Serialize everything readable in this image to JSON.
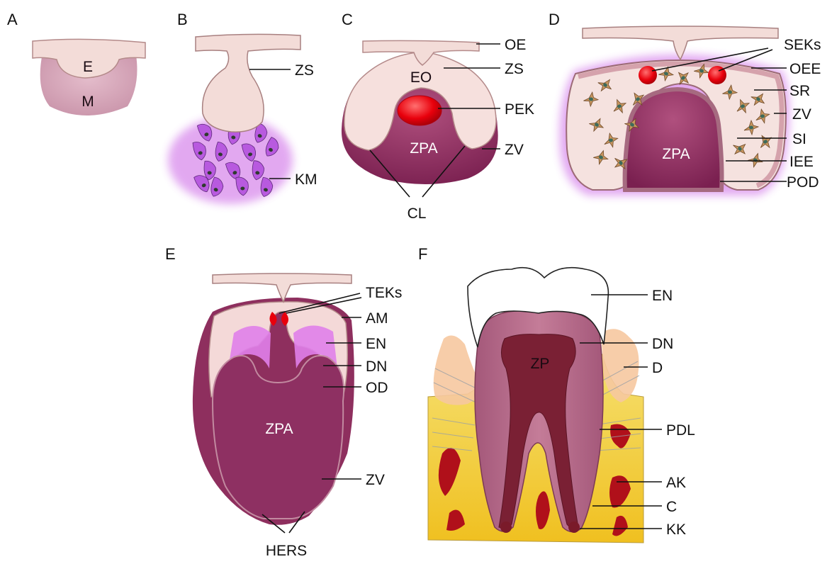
{
  "panels": {
    "A": {
      "letter": "A",
      "E": "E",
      "M": "M"
    },
    "B": {
      "letter": "B",
      "ZS": "ZS",
      "KM": "KM"
    },
    "C": {
      "letter": "C",
      "OE": "OE",
      "EO": "EO",
      "ZS": "ZS",
      "PEK": "PEK",
      "ZPA": "ZPA",
      "ZV": "ZV",
      "CL": "CL"
    },
    "D": {
      "letter": "D",
      "SEKs": "SEKs",
      "OEE": "OEE",
      "SR": "SR",
      "ZV": "ZV",
      "SI": "SI",
      "IEE": "IEE",
      "POD": "POD",
      "ZPA": "ZPA"
    },
    "E": {
      "letter": "E",
      "TEKs": "TEKs",
      "AM": "AM",
      "EN": "EN",
      "DN": "DN",
      "OD": "OD",
      "ZPA": "ZPA",
      "ZV": "ZV",
      "HERS": "HERS"
    },
    "F": {
      "letter": "F",
      "EN": "EN",
      "DN": "DN",
      "ZP": "ZP",
      "D": "D",
      "PDL": "PDL",
      "AK": "AK",
      "C": "C",
      "KK": "KK"
    }
  },
  "colors": {
    "epithelium": "#f2d6d3",
    "mesenchyme": "#8e2f5e",
    "knot": "#e8000c",
    "enamel": "#ffffff",
    "dentin": "#b86a86",
    "pulp": "#7a2034",
    "bone": "#f2d23a",
    "marrow": "#b0101a",
    "glow": "#c040e0"
  }
}
